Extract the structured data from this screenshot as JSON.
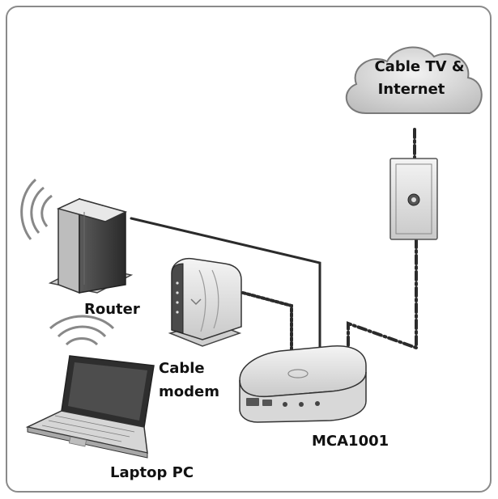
{
  "diagram": {
    "cloud_label_line1": "Cable TV &",
    "cloud_label_line2": "Internet",
    "router_label": "Router",
    "modem_label_line1": "Cable",
    "modem_label_line2": "modem",
    "mca_label": "MCA1001",
    "laptop_label": "Laptop PC"
  },
  "colors": {
    "frame": "#8a8a8a",
    "cable_solid": "#2b2b2b",
    "cable_coax": "#2b2b2b",
    "device_fill": "#e6e6e6",
    "device_dark": "#3a3a3a",
    "cloud_fill": "#d0d0d0"
  },
  "icons": [
    "wifi-waves-icon",
    "wall-outlet-icon",
    "cloud-icon",
    "router-icon",
    "modem-icon",
    "mca-box-icon",
    "laptop-icon"
  ]
}
